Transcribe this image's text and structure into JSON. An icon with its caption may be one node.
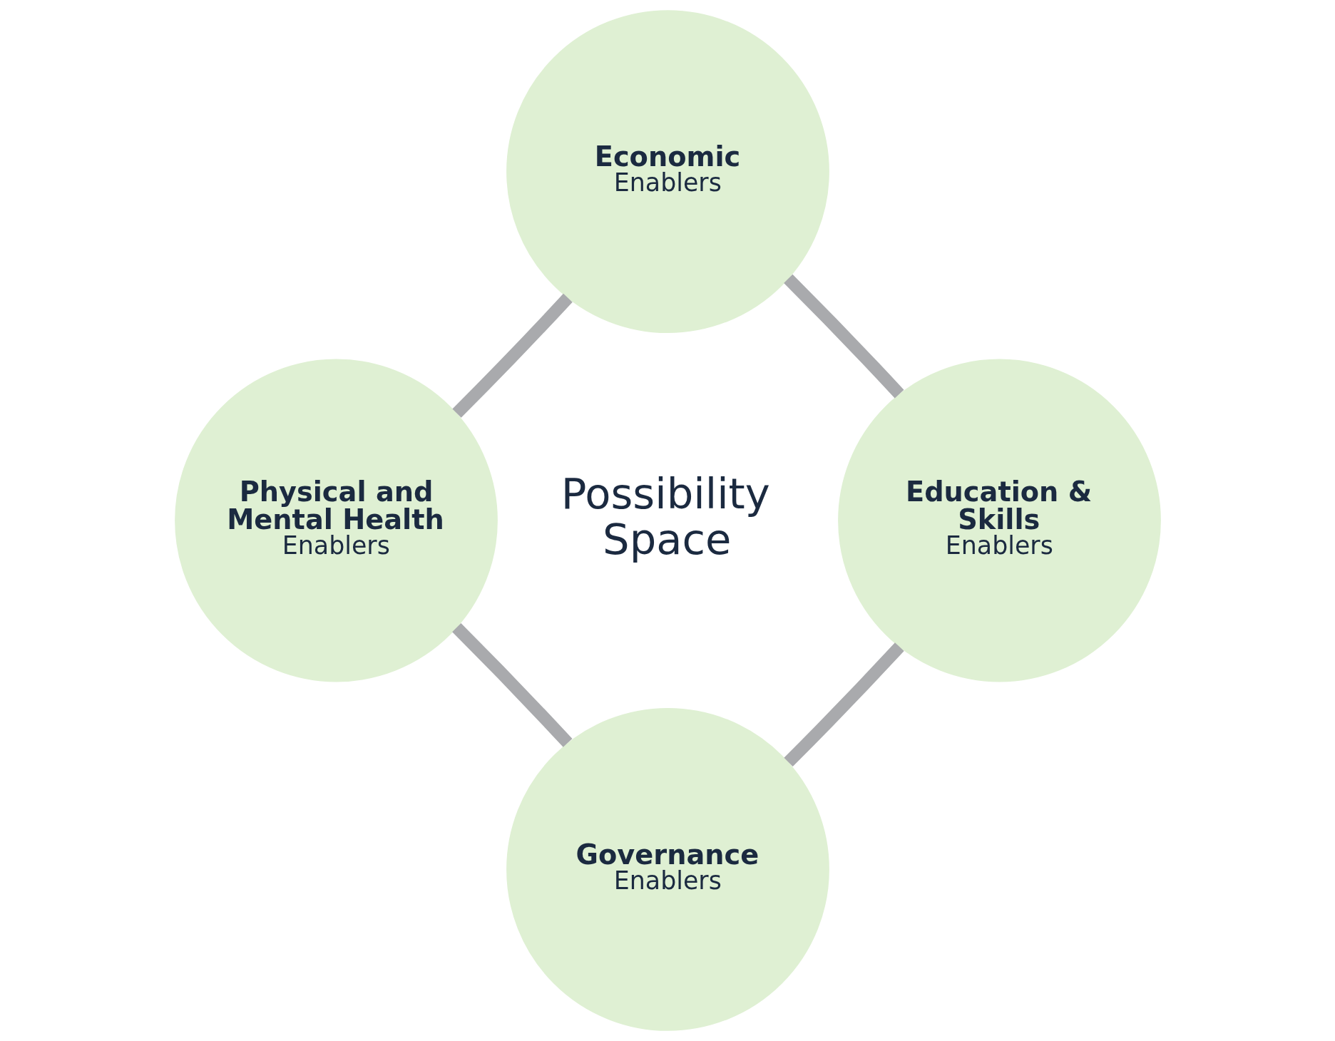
{
  "diagram": {
    "nodes": [
      {
        "text": [
          "Economic",
          "Enablers"
        ]
      },
      {
        "text": [
          "Physical and Mental Health",
          "Enablers"
        ]
      },
      {
        "text": [
          "Education & Skills",
          "Enablers"
        ]
      },
      {
        "text": [
          "Governance",
          "Enablers"
        ]
      }
    ],
    "edges": [
      {
        "from": 0,
        "to": 2,
        "arrow": "none"
      },
      {
        "from": 2,
        "to": 3,
        "arrow": "none"
      },
      {
        "from": 3,
        "to": 1,
        "arrow": "none"
      },
      {
        "from": 1,
        "to": 0,
        "arrow": "none"
      }
    ],
    "labels": [
      "Possibility Space"
    ]
  }
}
